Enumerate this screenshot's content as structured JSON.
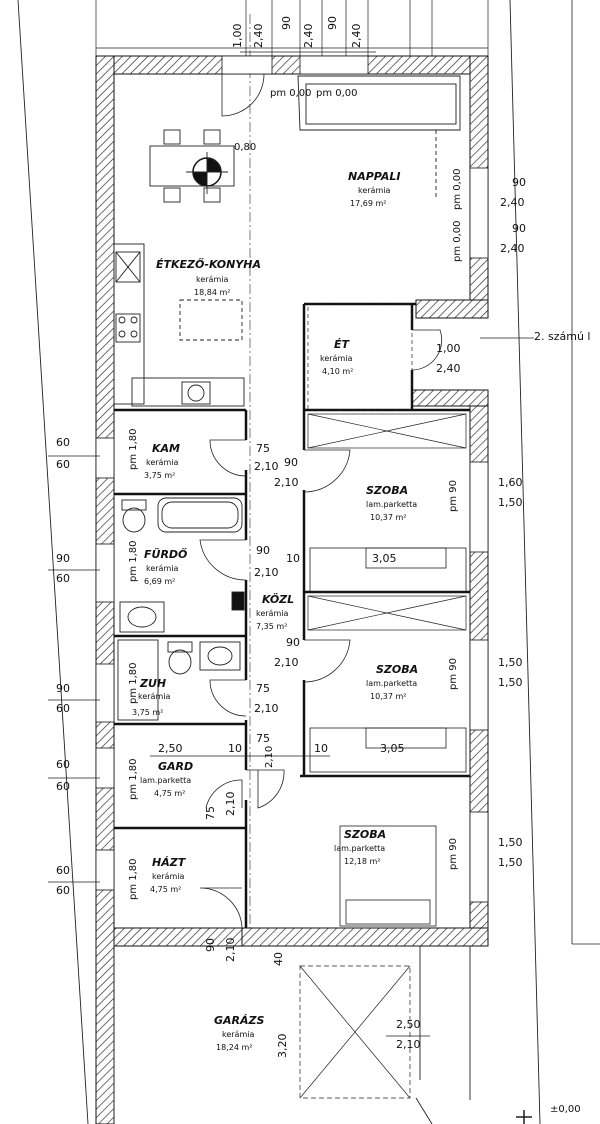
{
  "rooms": {
    "nappali": {
      "name": "NAPPALI",
      "material": "kerámia",
      "area": "17,69 m²"
    },
    "etkezo": {
      "name": "ÉTKEZŐ-KONYHA",
      "material": "kerámia",
      "area": "18,84 m²"
    },
    "et": {
      "name": "ÉT",
      "material": "kerámia",
      "area": "4,10 m²"
    },
    "kam": {
      "name": "KAM",
      "material": "kerámia",
      "area": "3,75 m²"
    },
    "szoba1": {
      "name": "SZOBA",
      "material": "lam.parketta",
      "area": "10,37 m²"
    },
    "furdo": {
      "name": "FÜRDŐ",
      "material": "kerámia",
      "area": "6,69 m²"
    },
    "kozl": {
      "name": "KÖZL",
      "material": "kerámia",
      "area": "7,35 m²"
    },
    "szoba2": {
      "name": "SZOBA",
      "material": "lam.parketta",
      "area": "10,37 m²"
    },
    "zuh": {
      "name": "ZUH",
      "material": "kerámia",
      "area": "3,75 m²"
    },
    "gard": {
      "name": "GARD",
      "material": "lam.parketta",
      "area": "4,75 m²"
    },
    "szoba3": {
      "name": "SZOBA",
      "material": "lam.parketta",
      "area": "12,18 m²"
    },
    "hazt": {
      "name": "HÁZT",
      "material": "kerámia",
      "area": "4,75 m²"
    },
    "garazs": {
      "name": "GARÁZS",
      "material": "kerámia",
      "area": "18,24 m²"
    }
  },
  "dimensions": {
    "top_1_00": "1,00",
    "top_2_40a": "2,40",
    "top_90a": "90",
    "top_2_40b": "2,40",
    "top_90b": "90",
    "top_2_40c": "2,40",
    "pm_0_00_a": "pm 0,00",
    "pm_0_00_b": "pm 0,00",
    "table_0_80": "0,80",
    "nap_win1_90": "90",
    "nap_win1_240": "2,40",
    "nap_win2_90": "90",
    "nap_win2_240": "2,40",
    "nap_pm1": "pm 0,00",
    "nap_pm2": "pm 0,00",
    "et_100": "1,00",
    "et_240": "2,40",
    "ref_label": "2. számú l",
    "kam_60a": "60",
    "kam_60b": "60",
    "kam_pm": "pm 1,80",
    "kam_door_75": "75",
    "kam_door_210": "2,10",
    "szoba1_door_90": "90",
    "szoba1_door_210": "2,10",
    "szoba1_pm": "pm 90",
    "szoba1_160": "1,60",
    "szoba1_150": "1,50",
    "szoba1_wardrobe": "3,05",
    "furdo_90": "90",
    "furdo_60": "60",
    "furdo_pm": "pm 1,80",
    "furdo_door_90": "90",
    "furdo_door_210": "2,10",
    "kozl_10": "10",
    "szoba2_door_90": "90",
    "szoba2_door_210": "2,10",
    "szoba2_pm": "pm 90",
    "szoba2_150a": "1,50",
    "szoba2_150b": "1,50",
    "szoba2_wardrobe": "3,05",
    "zuh_90": "90",
    "zuh_60": "60",
    "zuh_pm": "pm 1,80",
    "zuh_door_75": "75",
    "zuh_door_210": "2,10",
    "gard_250": "2,50",
    "gard_10a": "10",
    "gard_75": "75",
    "gard_210": "2,10",
    "gard_10b": "10",
    "gard_60a": "60",
    "gard_60b": "60",
    "gard_pm": "pm 1,80",
    "gard_door_75": "75",
    "gard_door_210": "2,10",
    "szoba3_pm": "pm 90",
    "szoba3_150a": "1,50",
    "szoba3_150b": "1,50",
    "hazt_60a": "60",
    "hazt_60b": "60",
    "hazt_pm": "pm 1,80",
    "hazt_door_90": "90",
    "hazt_door_210": "2,10",
    "gar_40": "40",
    "gar_320": "3,20",
    "gar_250": "2,50",
    "gar_210": "2,10",
    "level": "±0,00"
  }
}
